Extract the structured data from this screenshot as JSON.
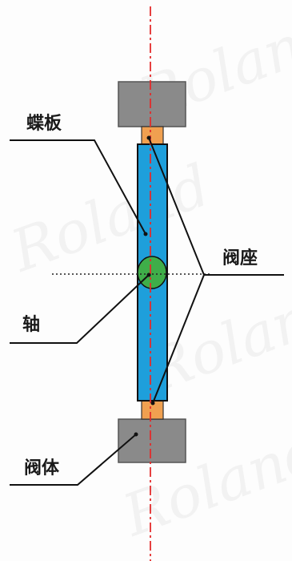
{
  "labels": {
    "disc": "蝶板",
    "seat": "阀座",
    "shaft": "轴",
    "body": "阀体"
  },
  "watermark": {
    "text": "Roland"
  },
  "colors": {
    "disc": "#1e9fdb",
    "shaft": "#3fae49",
    "seat": "#f0a050",
    "body": "#8a8a8a",
    "centerline": "#e32b2b"
  }
}
